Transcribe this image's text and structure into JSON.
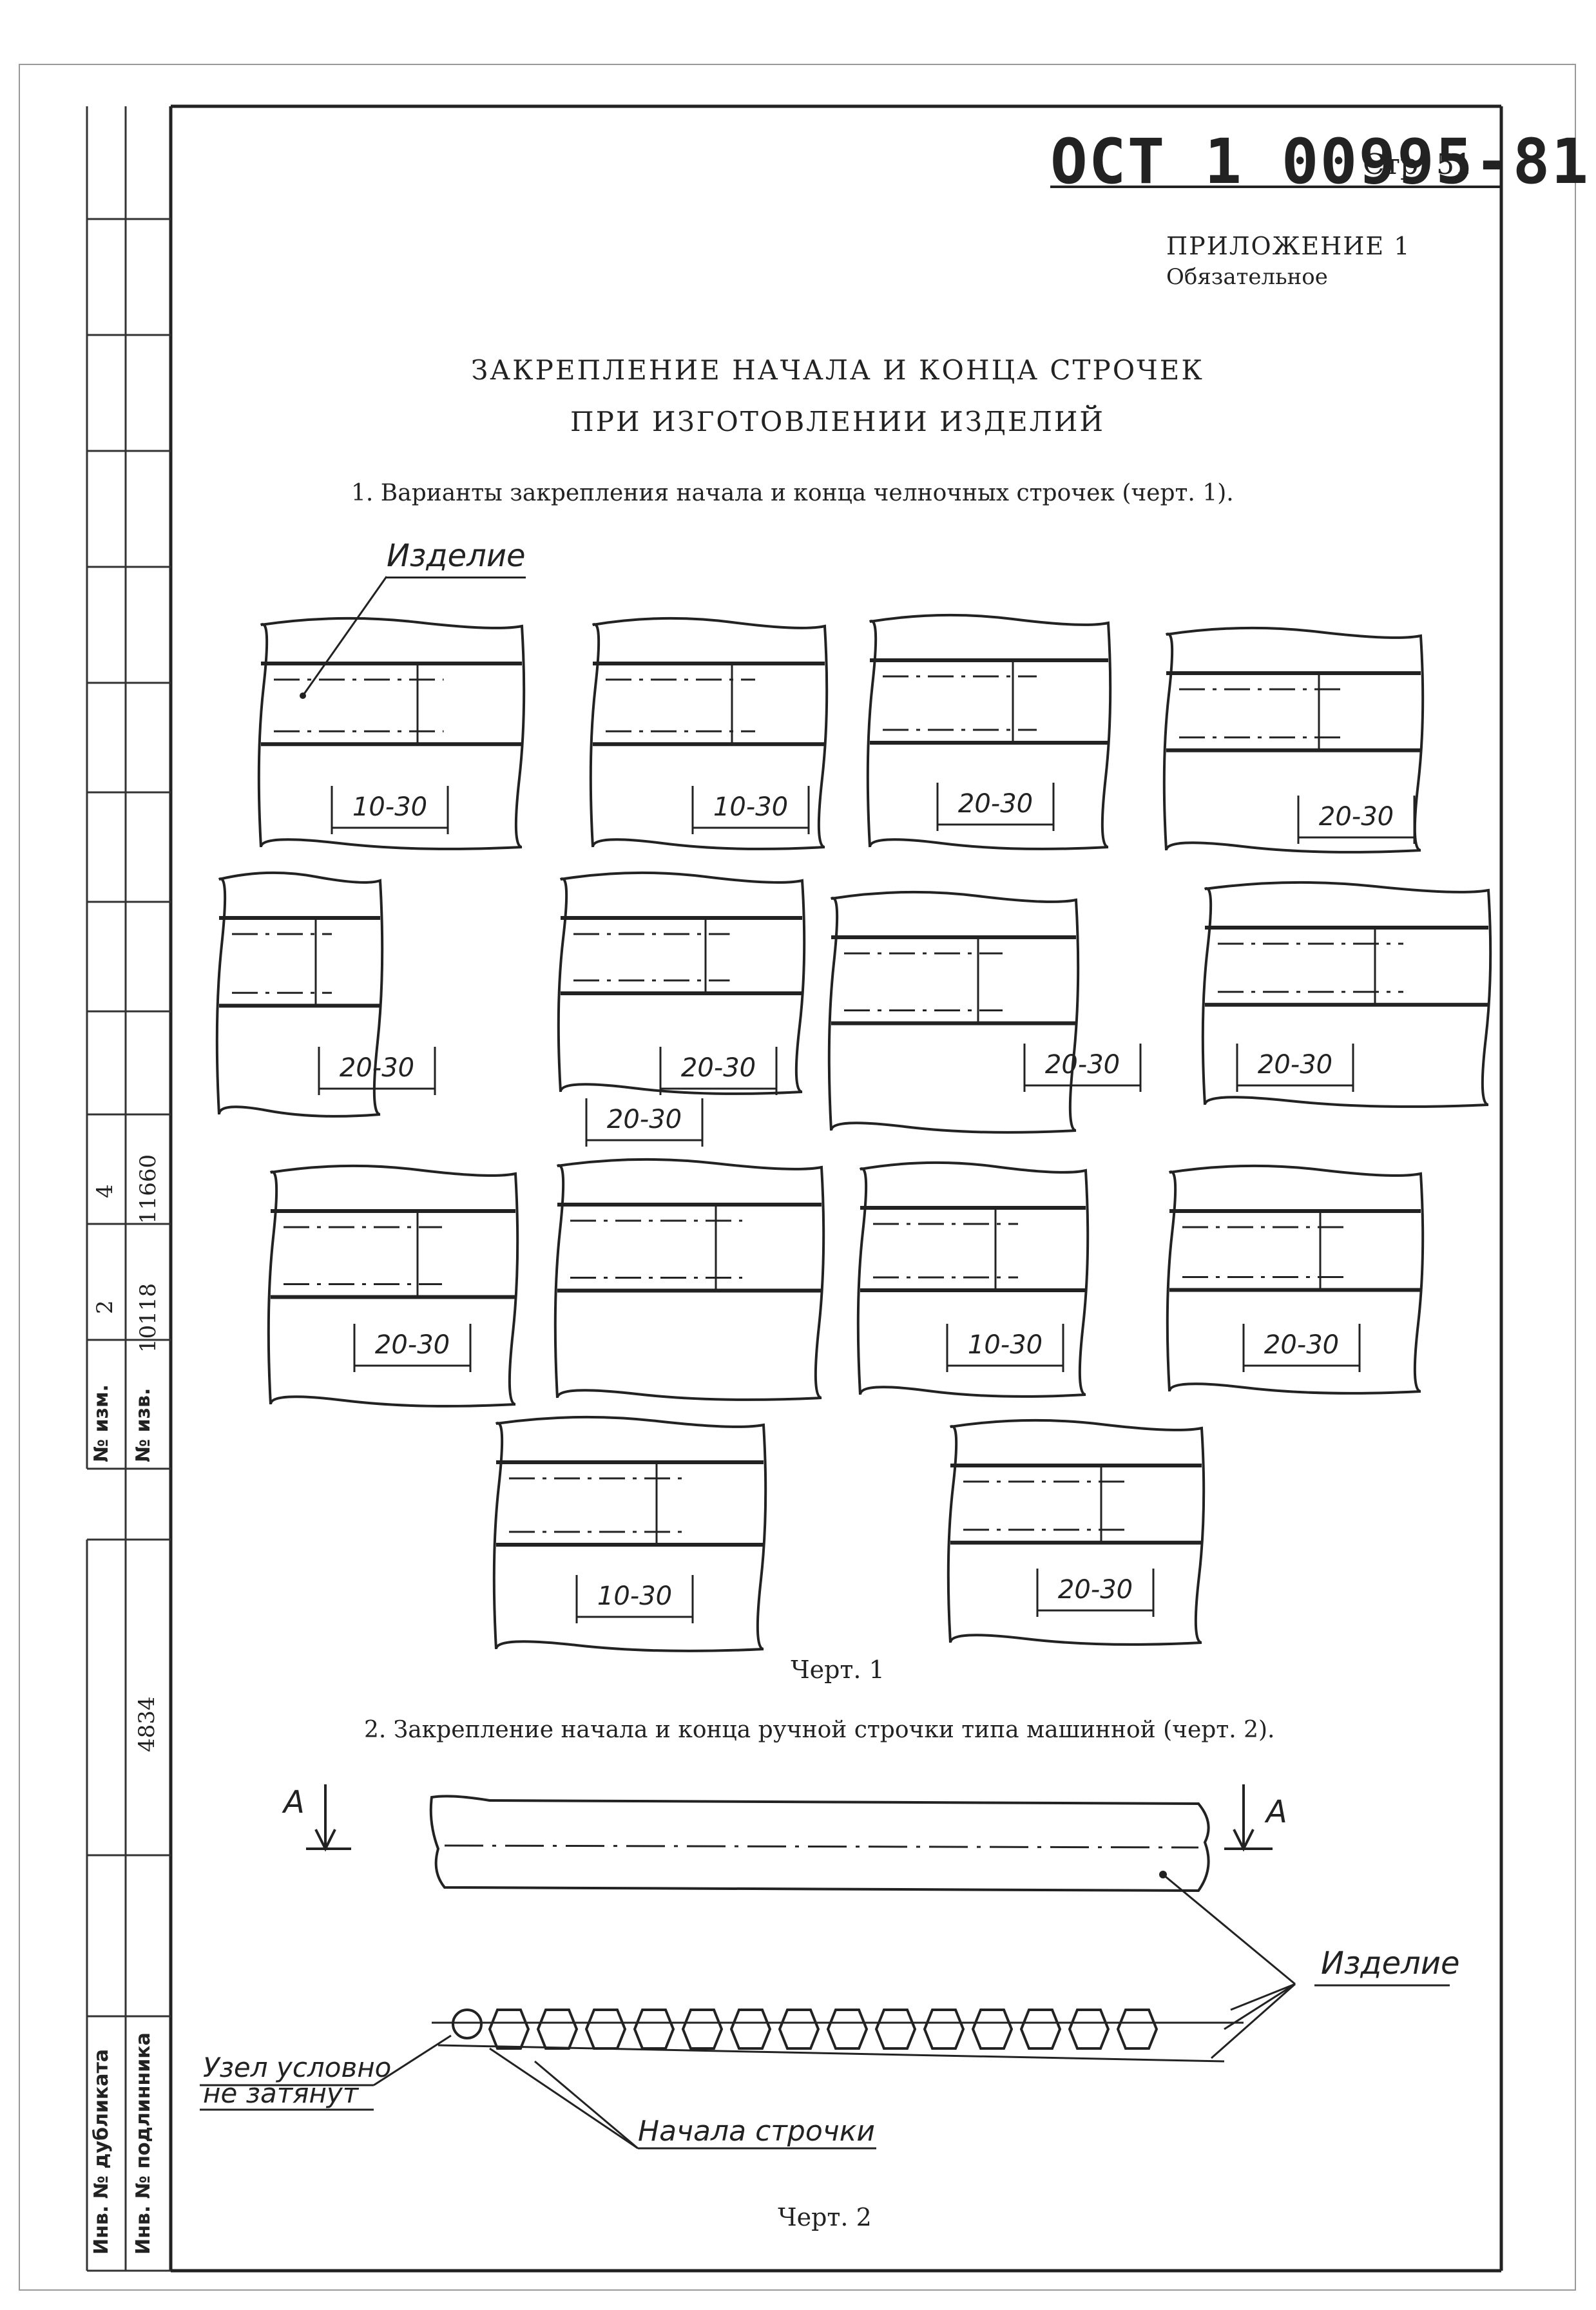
{
  "header": {
    "standard_code": "ОСТ 1 00995-81",
    "page_label": "Стр. 51",
    "annex_title": "ПРИЛОЖЕНИЕ 1",
    "annex_type": "Обязательное"
  },
  "title": {
    "line1": "ЗАКРЕПЛЕНИЕ НАЧАЛА И КОНЦА СТРОЧЕК",
    "line2": "ПРИ ИЗГОТОВЛЕНИИ ИЗДЕЛИЙ"
  },
  "section1": {
    "text": "1. Варианты закрепления начала и конца челночных строчек (черт. 1).",
    "label_item": "Изделие",
    "dims": [
      "10-30",
      "10-30",
      "20-30",
      "20-30",
      "20-30",
      "20-30",
      "20-30",
      "20-30",
      "20-30",
      "20-30",
      "10-30",
      "20-30",
      "10-30",
      "20-30"
    ],
    "caption": "Черт. 1"
  },
  "section2": {
    "text": "2. Закрепление начала и конца ручной строчки типа машинной (черт. 2).",
    "section_mark": "А",
    "label_item": "Изделие",
    "label_knot_1": "Узел условно",
    "label_knot_2": "не затянут",
    "label_start": "Начала строчки",
    "caption": "Черт. 2"
  },
  "side_block": {
    "change_no_label": "№ изм.",
    "notice_no_label": "№ изв.",
    "change_values": [
      "2",
      "4"
    ],
    "notice_values": [
      "10118",
      "11660"
    ],
    "inv_dup_label": "Инв. № дубликата",
    "inv_orig_label": "Инв. № подлинника",
    "inv_orig_value": "4834"
  }
}
